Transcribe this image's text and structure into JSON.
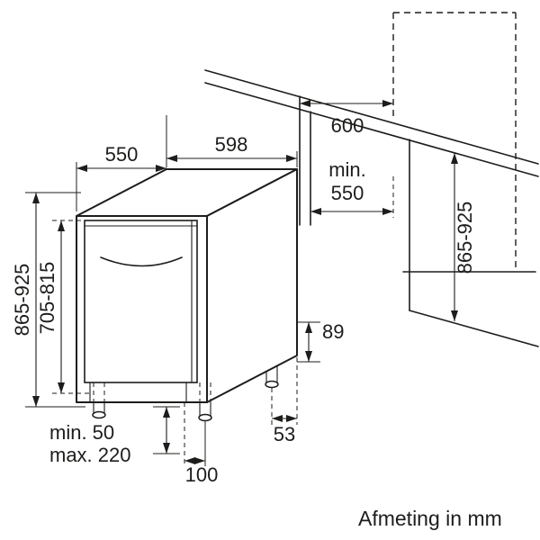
{
  "colors": {
    "line": "#1d1d1b",
    "background": "#ffffff"
  },
  "caption": "Afmeting in mm",
  "appliance": {
    "depth_top": "550",
    "width_top": "598",
    "height_overall": "865-925",
    "height_door": "705-815",
    "rear_gap": "89",
    "foot_min": "min. 50",
    "foot_max": "max. 220",
    "front_foot_inset": "100",
    "rear_foot_inset": "53"
  },
  "niche": {
    "worktop_depth": "600",
    "depth_min_prefix": "min.",
    "depth_min_value": "550",
    "height": "865-925"
  }
}
